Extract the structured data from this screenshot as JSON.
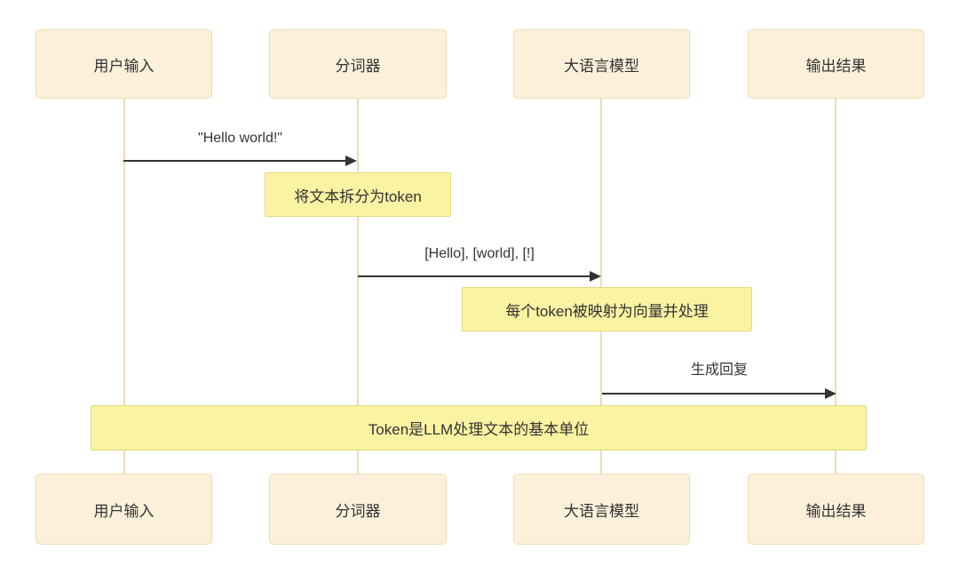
{
  "diagram": {
    "type": "sequence-diagram",
    "background": "#ffffff",
    "colors": {
      "actor_fill": "#fcf0db",
      "actor_border": "#f0dcb5",
      "lifeline": "#eedcb3",
      "note_fill": "#faf3a2",
      "note_border": "#e3d882",
      "text": "#333333",
      "arrow": "#333333"
    },
    "actors": [
      {
        "label": "用户输入"
      },
      {
        "label": "分词器"
      },
      {
        "label": "大语言模型"
      },
      {
        "label": "输出结果"
      }
    ],
    "messages": [
      {
        "from": "用户输入",
        "to": "分词器",
        "label": "\"Hello world!\""
      },
      {
        "from": "分词器",
        "to": "大语言模型",
        "label": "[Hello], [world], [!]"
      },
      {
        "from": "大语言模型",
        "to": "输出结果",
        "label": "生成回复"
      }
    ],
    "notes": [
      {
        "over": "分词器",
        "text": "将文本拆分为token"
      },
      {
        "over": "大语言模型",
        "text": "每个token被映射为向量并处理"
      },
      {
        "over": "all",
        "text": "Token是LLM处理文本的基本单位"
      }
    ]
  }
}
